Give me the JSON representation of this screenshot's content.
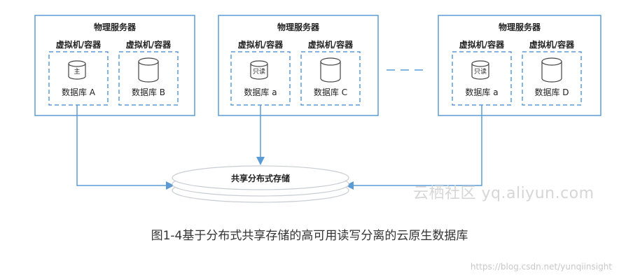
{
  "diagram": {
    "servers": [
      {
        "title": "物理服务器",
        "vms": [
          {
            "label": "虚拟机/容器",
            "db_name": "数据库 A",
            "tag": "主"
          },
          {
            "label": "虚拟机/容器",
            "db_name": "数据库 B",
            "tag": ""
          }
        ]
      },
      {
        "title": "物理服务器",
        "vms": [
          {
            "label": "虚拟机/容器",
            "db_name": "数据库 a",
            "tag": "只读"
          },
          {
            "label": "虚拟机/容器",
            "db_name": "数据库 C",
            "tag": ""
          }
        ]
      },
      {
        "title": "物理服务器",
        "vms": [
          {
            "label": "虚拟机/容器",
            "db_name": "数据库 a",
            "tag": "只读"
          },
          {
            "label": "虚拟机/容器",
            "db_name": "数据库 D",
            "tag": ""
          }
        ]
      }
    ],
    "storage_label": "共享分布式存储",
    "colors": {
      "box_border": "#5b9bd5",
      "arrow": "#5b9bd5",
      "storage_fill": "#ffffff",
      "storage_stroke": "#c9cdd3"
    }
  },
  "caption": "图1-4基于分布式共享存储的高可用读写分离的云原生数据库",
  "watermark": "云栖社区 yq.aliyun.com",
  "url_watermark": "https://blog.csdn.net/yunqiinsight"
}
